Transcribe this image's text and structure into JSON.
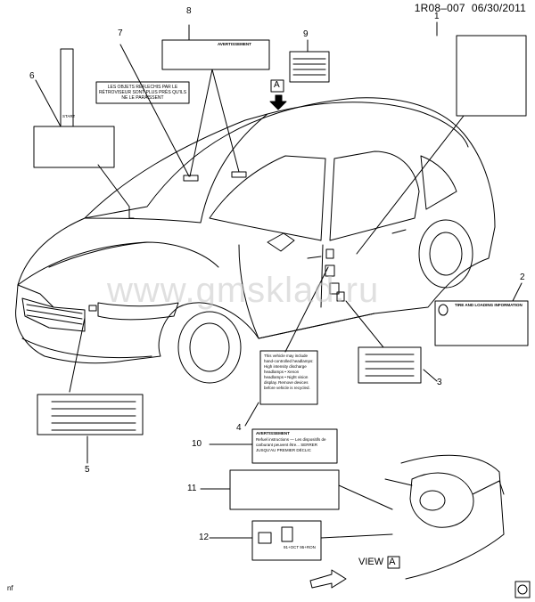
{
  "header": {
    "code": "1R08–007",
    "date": "06/30/2011"
  },
  "callouts": [
    "1",
    "2",
    "3",
    "4",
    "5",
    "6",
    "7",
    "8",
    "9",
    "10",
    "11",
    "12"
  ],
  "view_marker": {
    "arrow_letter": "A",
    "view_word": "VIEW",
    "view_letter": "A"
  },
  "corner_tag": "nf",
  "watermark": "www.gmsklad.ru",
  "labels": {
    "label7_text": "LES OBJETS REFLÉCHIS PAR LE RÉTROVISEUR SONT PLUS PRÈS QU'ILS NE LE PARAISSENT",
    "label2_title": "TIRE AND LOADING INFORMATION",
    "label4_text": "This vehicle may include hand-controlled headlamps: High intensity discharge headlamps • Xenon headlamps • Night vision display. Remove devices before vehicle is recycled.",
    "label10_title": "AVERTISSEMENT",
    "label10_text": "Refuel instructions — Les dispositifs de carburant peuvent être... SERRER JUSQU'AU PREMIER DÉCLIC",
    "label12_octane": "91+OCT 95+RON",
    "label8_title": "AVERTISSEMENT",
    "label6_title": "START"
  }
}
